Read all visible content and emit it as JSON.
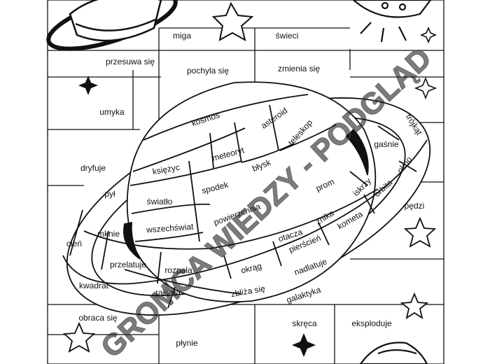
{
  "grid_words": {
    "miga": "miga",
    "swieci": "świeci",
    "przesuwa": "przesuwa się",
    "pochyla": "pochyla się",
    "zmienia": "zmienia się",
    "umyka": "umyka",
    "dryfuje": "dryfuje",
    "pyl": "pył",
    "cien": "cień",
    "kwadrat": "kwadrat",
    "obraca": "obraca się",
    "plynie": "płynie",
    "skreca": "skręca",
    "eksploduje": "eksploduje",
    "pedzi": "pędzi"
  },
  "planet_words": {
    "kosmos": "kosmos",
    "asteroid": "asteroid",
    "meteoryt": "meteoryt",
    "teleskop": "teleskop",
    "ksiezyc": "księżyc",
    "blysk": "błysk",
    "spodek": "spodek",
    "swiatlo": "światło",
    "wszechswiat": "wszechświat",
    "powierzchnia": "powierzchnia",
    "prom": "prom"
  },
  "ring_words": {
    "trojkat": "trójkąt",
    "gasnie": "gaśnie",
    "okno": "okno",
    "iskrzy": "iskrzy",
    "orbita": "orbita",
    "kometa": "kometa",
    "znika": "znika",
    "otacza": "otacza",
    "pierscien": "pierścień",
    "mknie": "mknie",
    "przelatuje": "przelatuje",
    "okrag": "okrąg",
    "nadlatuje": "nadlatuje",
    "rozpala": "rozpala",
    "rakieta": "rakieta",
    "zbliza": "zbliża się",
    "galaktyka": "galaktyka"
  },
  "watermark": "GROMCA WIEDZY - PODGLĄD",
  "colors": {
    "ink": "#111111",
    "paper": "#ffffff",
    "watermark": "#9a9a9a"
  },
  "icons": [
    "saturn-icon",
    "ufo-icon",
    "star-icon",
    "sparkle-icon",
    "rocket-icon"
  ]
}
